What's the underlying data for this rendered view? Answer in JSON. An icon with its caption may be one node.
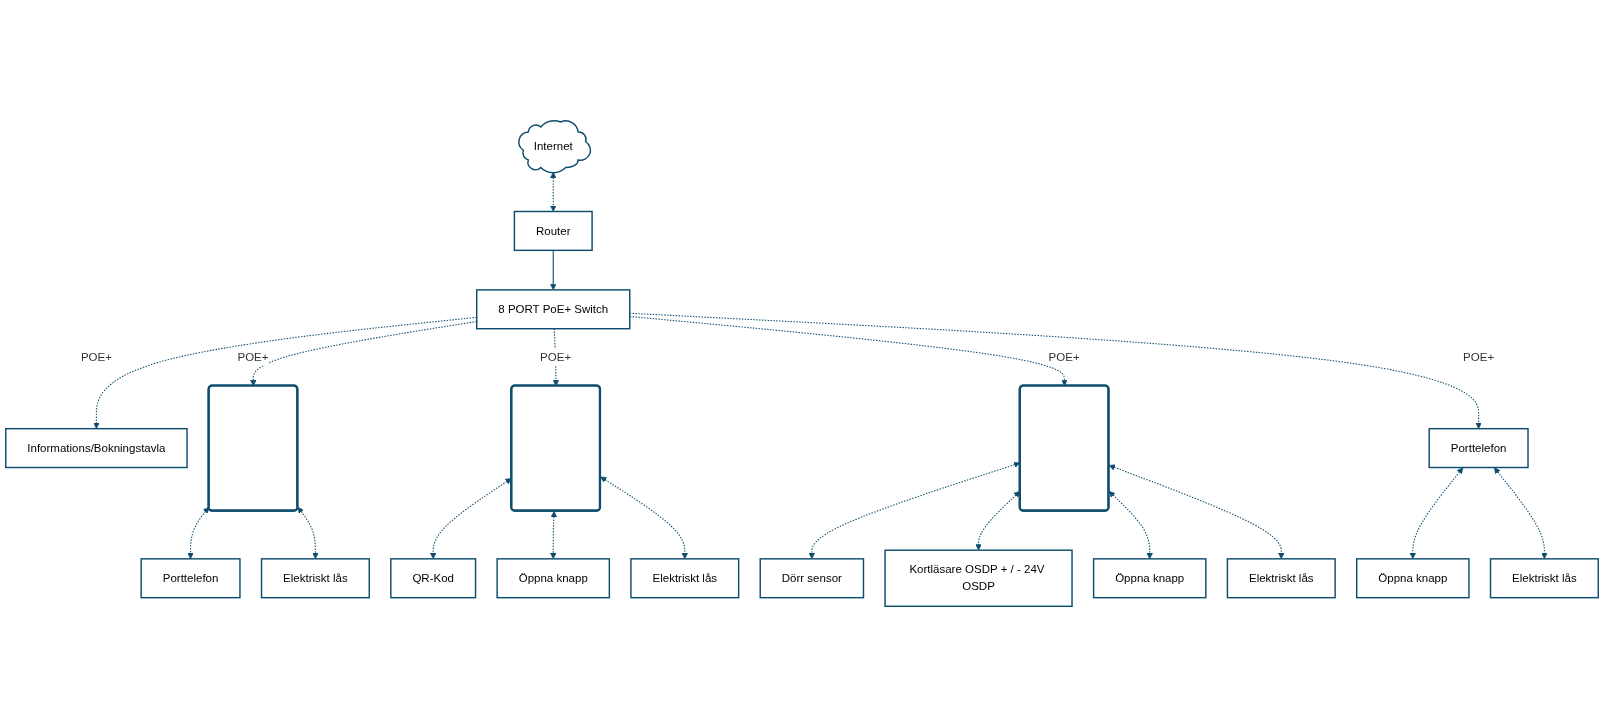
{
  "diagram": {
    "nodes": [
      {
        "text": [
          "Internet"
        ]
      },
      {
        "text": [
          "Router"
        ]
      },
      {
        "text": [
          "8 PORT PoE+ Switch"
        ]
      },
      {
        "text": [
          "Informations/Bokningstavla"
        ]
      },
      {
        "text": [],
        "shape": "box"
      },
      {
        "text": [
          "Porttelefon"
        ]
      },
      {
        "text": [
          "Elektriskt lås"
        ]
      },
      {
        "text": [],
        "shape": "box"
      },
      {
        "text": [
          "QR-Kod"
        ]
      },
      {
        "text": [
          "Öppna knapp"
        ]
      },
      {
        "text": [
          "Elektriskt lås"
        ]
      },
      {
        "text": [],
        "shape": "box"
      },
      {
        "text": [
          "Dörr sensor"
        ]
      },
      {
        "text": [
          "Kortläsare OSDP + / - 24V OSDP"
        ]
      },
      {
        "text": [
          "Öppna knapp"
        ]
      },
      {
        "text": [
          "Elektriskt lås"
        ]
      },
      {
        "text": [
          "Porttelefon"
        ]
      },
      {
        "text": [
          "Öppna knapp"
        ]
      },
      {
        "text": [
          "Elektriskt lås"
        ]
      }
    ],
    "edges": [
      {
        "from": 1,
        "to": 0,
        "arrow": "both",
        "style": "dashed"
      },
      {
        "from": 1,
        "to": 2,
        "arrow": "to"
      },
      {
        "from": 2,
        "to": 3,
        "arrow": "to",
        "style": "dashed",
        "label": "POE+"
      },
      {
        "from": 2,
        "to": 4,
        "arrow": "to",
        "style": "dashed",
        "label": "POE+"
      },
      {
        "from": 2,
        "to": 7,
        "arrow": "to",
        "style": "dashed",
        "label": "POE+"
      },
      {
        "from": 2,
        "to": 11,
        "arrow": "to",
        "style": "dashed",
        "label": "POE+"
      },
      {
        "from": 2,
        "to": 16,
        "arrow": "to",
        "style": "dashed",
        "label": "POE+"
      },
      {
        "from": 4,
        "to": 5,
        "arrow": "both",
        "style": "dashed"
      },
      {
        "from": 4,
        "to": 6,
        "arrow": "both",
        "style": "dashed"
      },
      {
        "from": 7,
        "to": 8,
        "arrow": "both",
        "style": "dashed"
      },
      {
        "from": 7,
        "to": 9,
        "arrow": "both",
        "style": "dashed"
      },
      {
        "from": 7,
        "to": 10,
        "arrow": "both",
        "style": "dashed"
      },
      {
        "from": 11,
        "to": 12,
        "arrow": "both",
        "style": "dashed"
      },
      {
        "from": 11,
        "to": 13,
        "arrow": "both",
        "style": "dashed"
      },
      {
        "from": 11,
        "to": 14,
        "arrow": "both",
        "style": "dashed"
      },
      {
        "from": 11,
        "to": 15,
        "arrow": "both",
        "style": "dashed"
      },
      {
        "from": 16,
        "to": 17,
        "arrow": "both",
        "style": "dashed"
      },
      {
        "from": 16,
        "to": 18,
        "arrow": "both",
        "style": "dashed"
      }
    ]
  }
}
